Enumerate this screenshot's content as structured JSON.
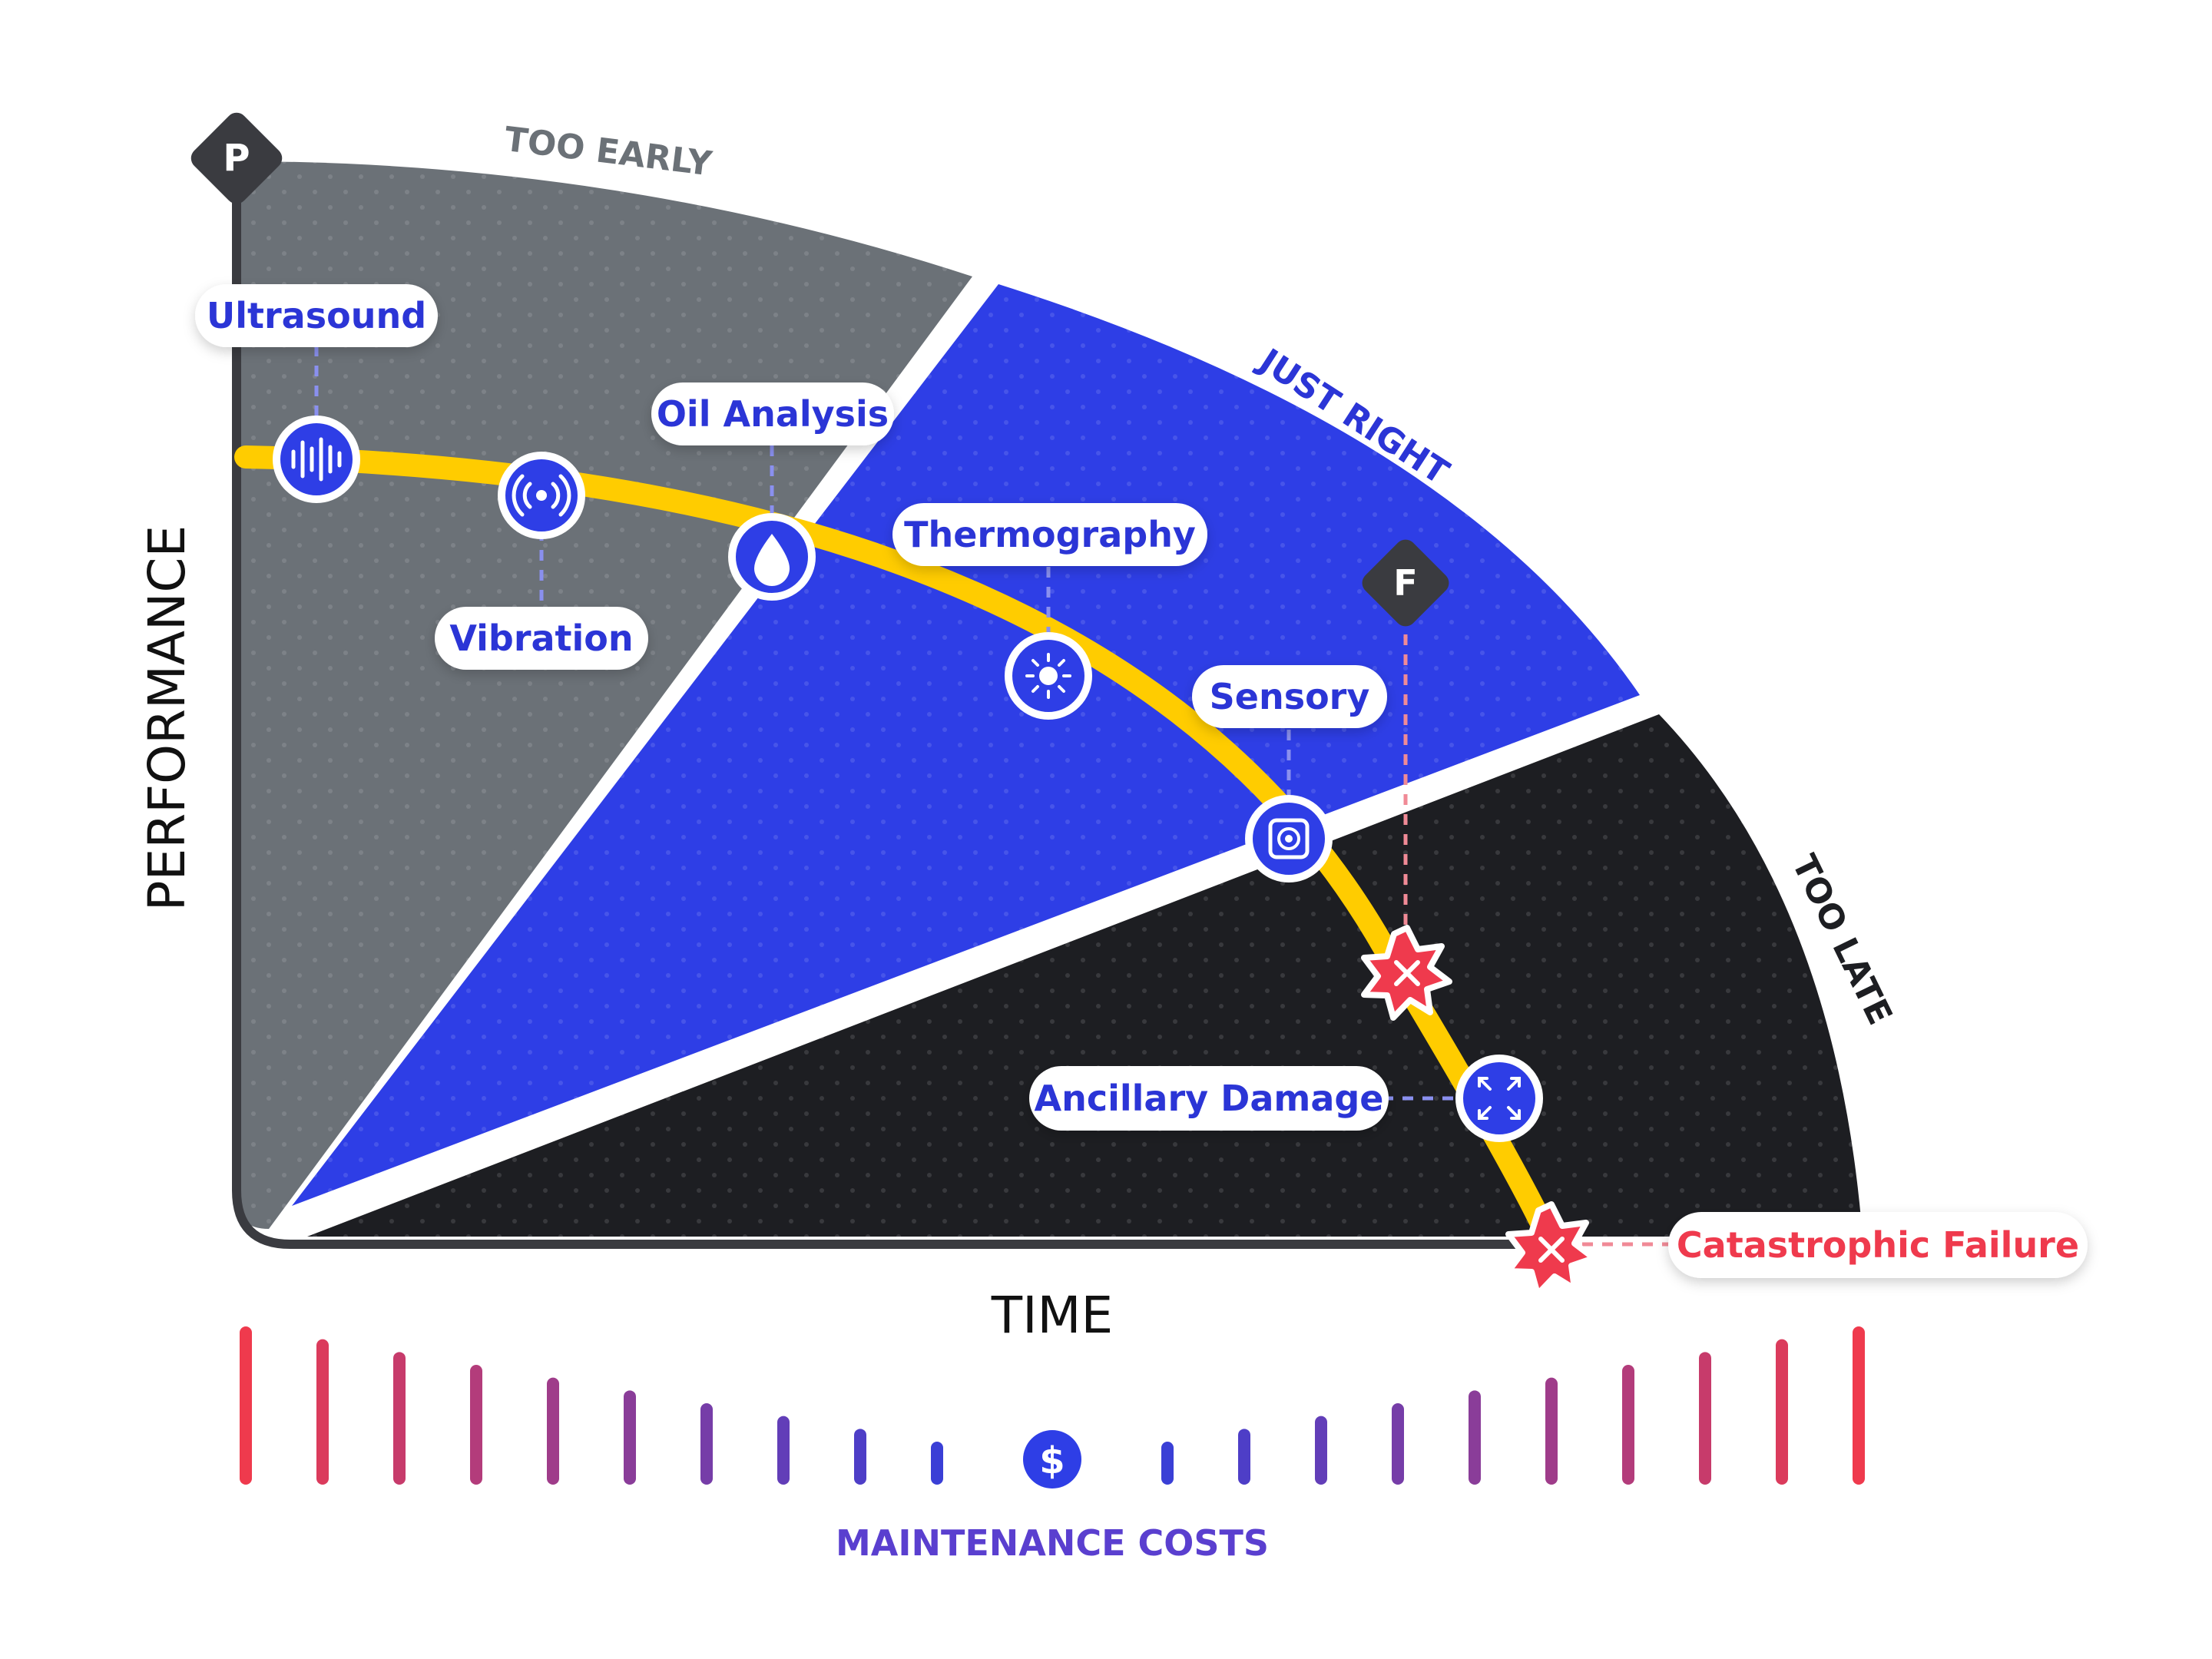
{
  "axes": {
    "y_label": "PERFORMANCE",
    "x_label": "TIME"
  },
  "markers": {
    "potential_failure": "P",
    "functional_failure": "F"
  },
  "zones": {
    "too_early": "TOO EARLY",
    "just_right": "JUST RIGHT",
    "too_late": "TOO LATE"
  },
  "techniques": {
    "ultrasound": "Ultrasound",
    "vibration": "Vibration",
    "oil_analysis": "Oil Analysis",
    "thermography": "Thermography",
    "sensory": "Sensory",
    "ancillary_damage": "Ancillary Damage",
    "catastrophic_failure": "Catastrophic Failure"
  },
  "icons": {
    "ultrasound": "sound-wave-icon",
    "vibration": "vibration-waves-icon",
    "oil_analysis": "oil-drop-icon",
    "thermography": "sun-heat-icon",
    "sensory": "sensor-target-icon",
    "ancillary_damage": "expand-arrows-icon",
    "failure": "burst-x-icon",
    "cost": "dollar-icon"
  },
  "costs": {
    "label": "MAINTENANCE COSTS",
    "symbol": "$"
  },
  "colors": {
    "too_early": "#6b7177",
    "just_right": "#2e3ee6",
    "too_late": "#1d1e22",
    "curve": "#ffcc00",
    "label_text": "#2b35d6",
    "failure": "#ef3a4d",
    "cost_high": "#ef3a4d",
    "cost_low": "#3a3fd6"
  }
}
